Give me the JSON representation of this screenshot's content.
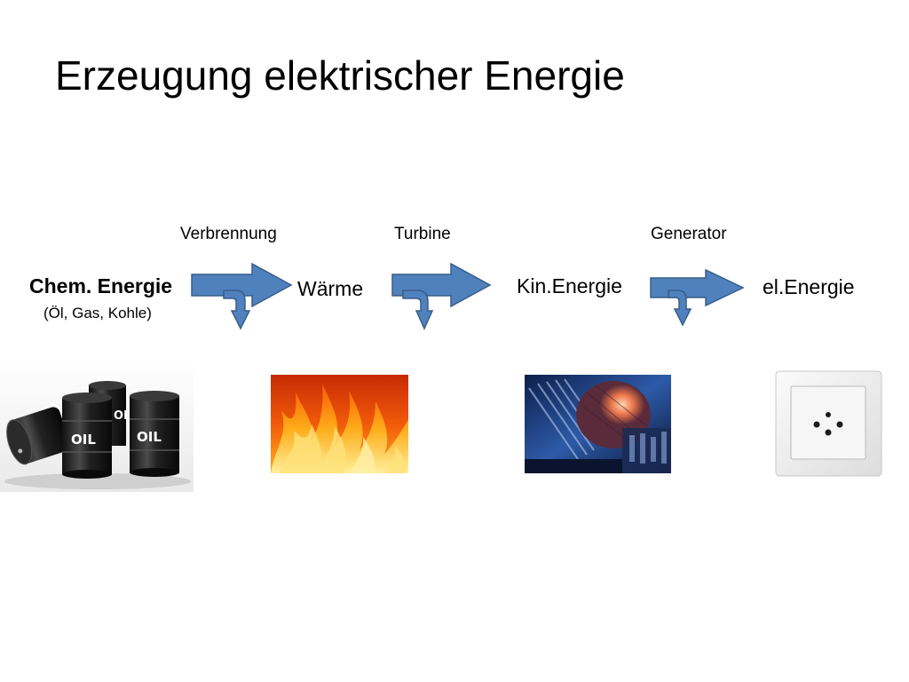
{
  "slide": {
    "title": "Erzeugung elektrischer Energie"
  },
  "processes": [
    {
      "label": "Verbrennung"
    },
    {
      "label": "Turbine"
    },
    {
      "label": "Generator"
    }
  ],
  "stages": [
    {
      "label": "Chem. Energie",
      "sublabel": "(Öl, Gas, Kohle)"
    },
    {
      "label": "Wärme"
    },
    {
      "label": "Kin.Energie"
    },
    {
      "label": "el.Energie"
    }
  ],
  "images": {
    "oil_barrel_label": "OIL"
  },
  "colors": {
    "arrow_fill": "#4f81bd",
    "arrow_stroke": "#385d8a"
  }
}
